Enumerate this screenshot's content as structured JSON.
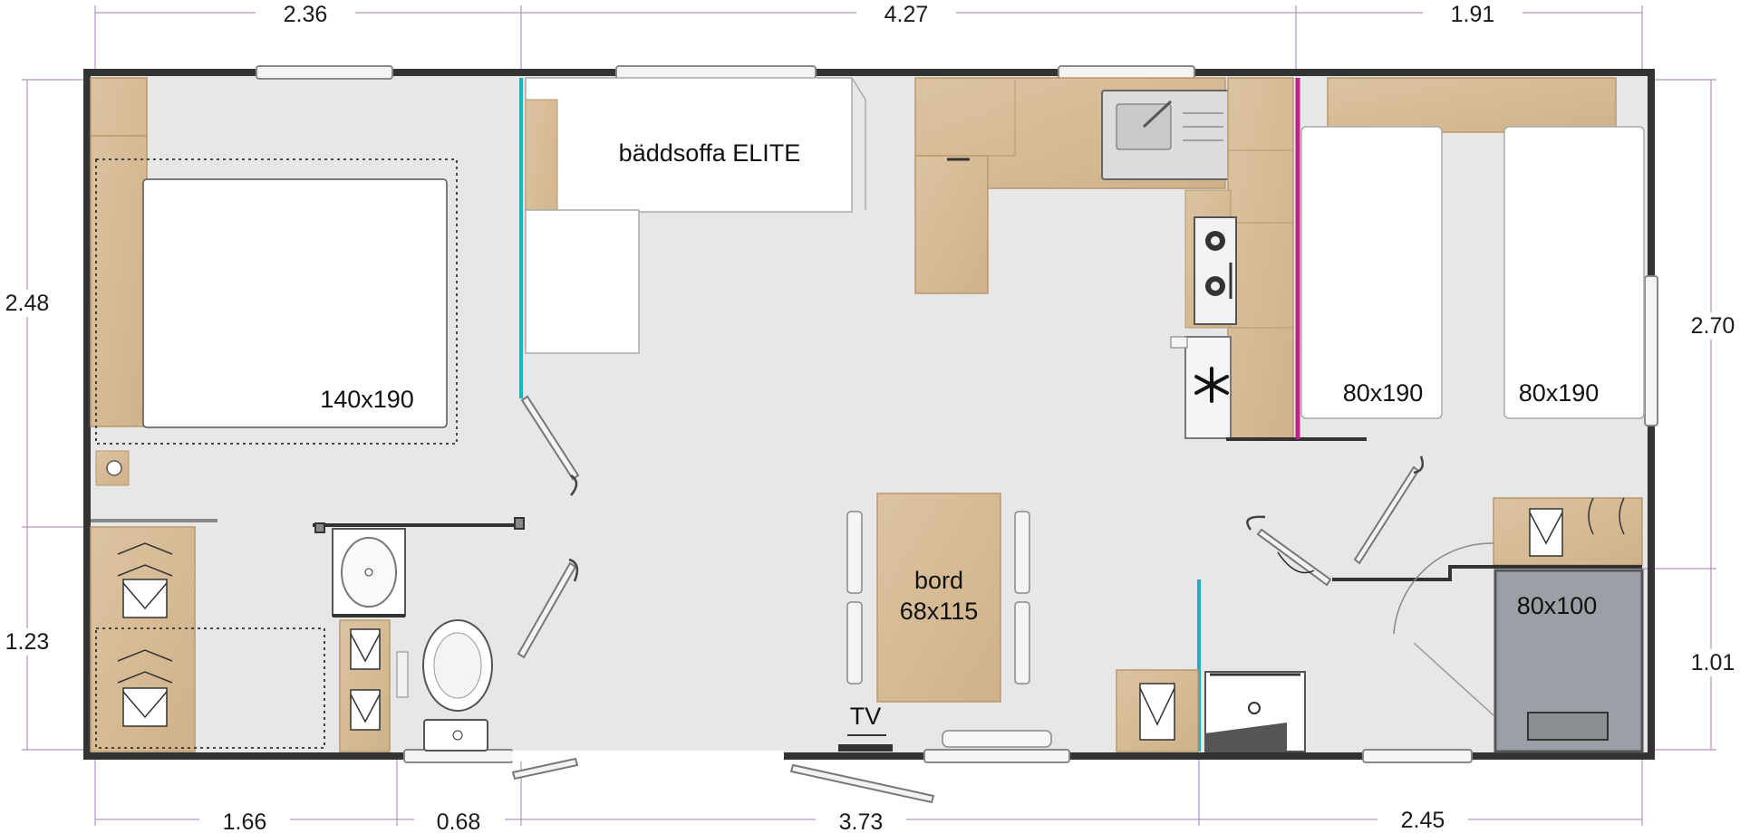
{
  "colors": {
    "floor": "#e7e7e7",
    "wall": "#333333",
    "wood": "#d8bd97",
    "wood_edge": "#b7996f",
    "dim_line": "#b890c4",
    "partition_teal": "#1ab3bf",
    "partition_magenta": "#c0208a",
    "shower": "#9aa0a6"
  },
  "dimensions": {
    "top": [
      "2.36",
      "4.27",
      "1.91"
    ],
    "bottom": [
      "1.66",
      "0.68",
      "3.73",
      "2.45"
    ],
    "left": [
      "2.48",
      "1.23"
    ],
    "right": [
      "2.70",
      "1.01"
    ]
  },
  "rooms": {
    "sofa": "bäddsoffa ELITE",
    "double_bed": "140x190",
    "single_bed_1": "80x190",
    "single_bed_2": "80x190",
    "table_line1": "bord",
    "table_line2": "68x115",
    "shower": "80x100",
    "tv": "TV"
  },
  "icons": [
    "snowflake-icon",
    "hanger-icon",
    "shirt-icon",
    "washbasin-icon",
    "toilet-icon",
    "hob-icon",
    "sink-icon"
  ]
}
